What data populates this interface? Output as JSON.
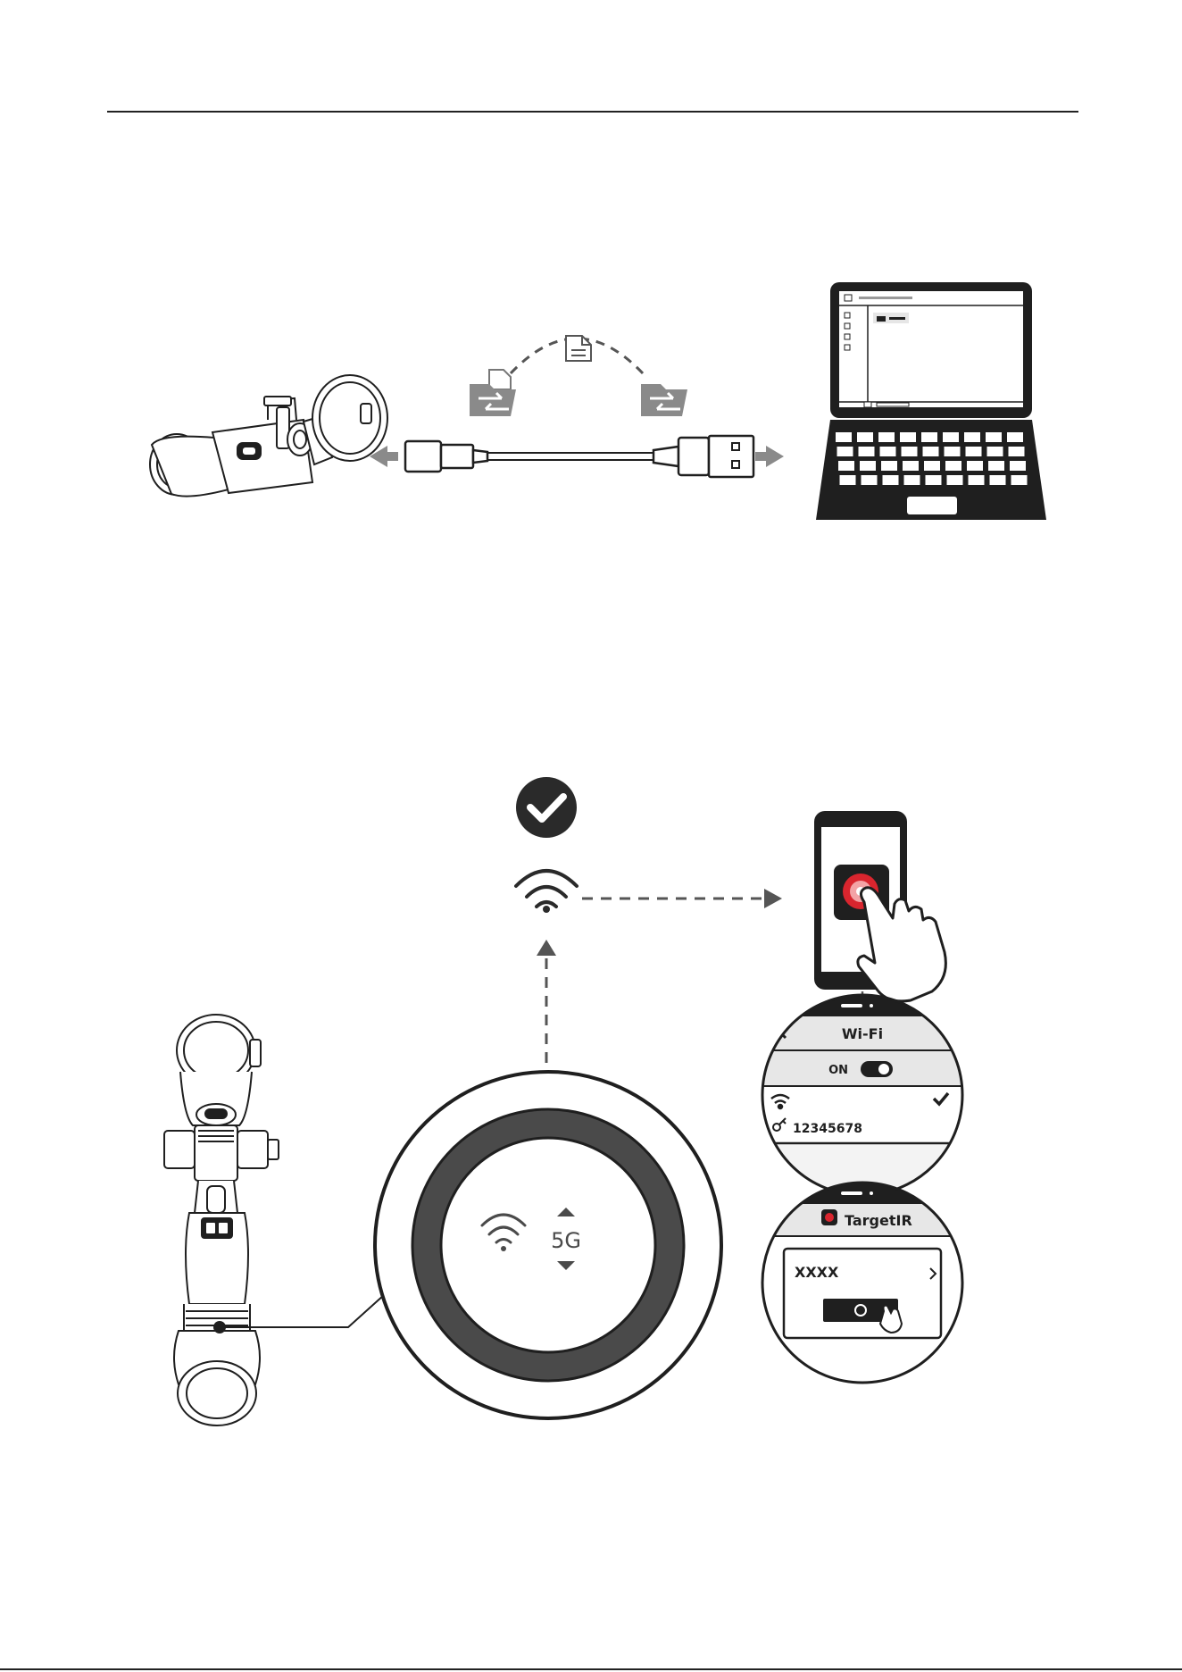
{
  "colors": {
    "ink": "#1f1f1f",
    "arrow_gray": "#8a8a8a",
    "ring_gray": "#4a4a4a",
    "app_red": "#d9252e"
  },
  "icons": {
    "file": "file-icon",
    "folder_transfer": "folder-transfer-icon",
    "checkmark": "checkmark-circle-icon",
    "wifi": "wifi-icon",
    "hand": "hand-pointer-icon",
    "lock": "lock-icon"
  },
  "wifi_knob": {
    "band_label": "5G"
  },
  "wifi_settings_callout": {
    "title": "Wi-Fi",
    "toggle_label": "ON",
    "password": "12345678"
  },
  "app_callout": {
    "app_name": "TargetIR",
    "device_name": "XXXX"
  }
}
